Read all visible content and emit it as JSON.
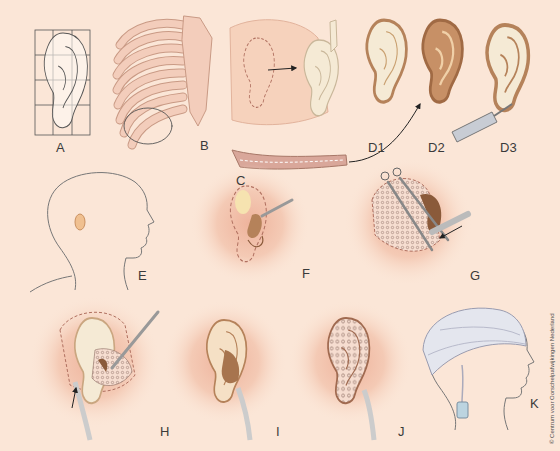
{
  "diagram": {
    "labels": [
      "A",
      "B",
      "C",
      "D1",
      "D2",
      "D3",
      "E",
      "F",
      "G",
      "H",
      "I",
      "J",
      "K",
      "© Centrum voor Oorschelpafwijkingen Nederland"
    ]
  }
}
